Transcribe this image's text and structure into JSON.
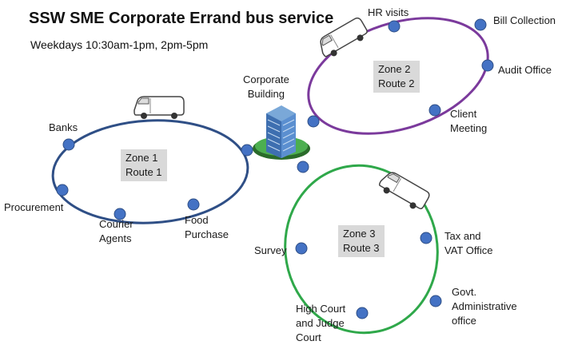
{
  "title": "SSW SME Corporate Errand bus service",
  "subtitle": "Weekdays 10:30am-1pm, 2pm-5pm",
  "hub": {
    "line1": "Corporate",
    "line2": "Building"
  },
  "colors": {
    "zone1": "#2f4f86",
    "zone2": "#7b3a9c",
    "zone3": "#2fa84a",
    "stop": "#4472c4"
  },
  "zones": {
    "zone1": {
      "name": "Zone 1",
      "route": "Route 1",
      "stops": {
        "banks": "Banks",
        "procurement": "Procurement",
        "courier_1": "Courier",
        "courier_2": "Agents",
        "food_1": "Food",
        "food_2": "Purchase"
      }
    },
    "zone2": {
      "name": "Zone 2",
      "route": "Route 2",
      "stops": {
        "hr": "HR visits",
        "bill": "Bill Collection",
        "audit": "Audit Office",
        "client_1": "Client",
        "client_2": "Meeting"
      }
    },
    "zone3": {
      "name": "Zone 3",
      "route": "Route 3",
      "stops": {
        "survey": "Survey",
        "tax_1": "Tax and",
        "tax_2": "VAT Office",
        "govt_1": "Govt.",
        "govt_2": "Administrative",
        "govt_3": "office",
        "court_1": "High Court",
        "court_2": "and Judge",
        "court_3": "Court"
      }
    }
  }
}
